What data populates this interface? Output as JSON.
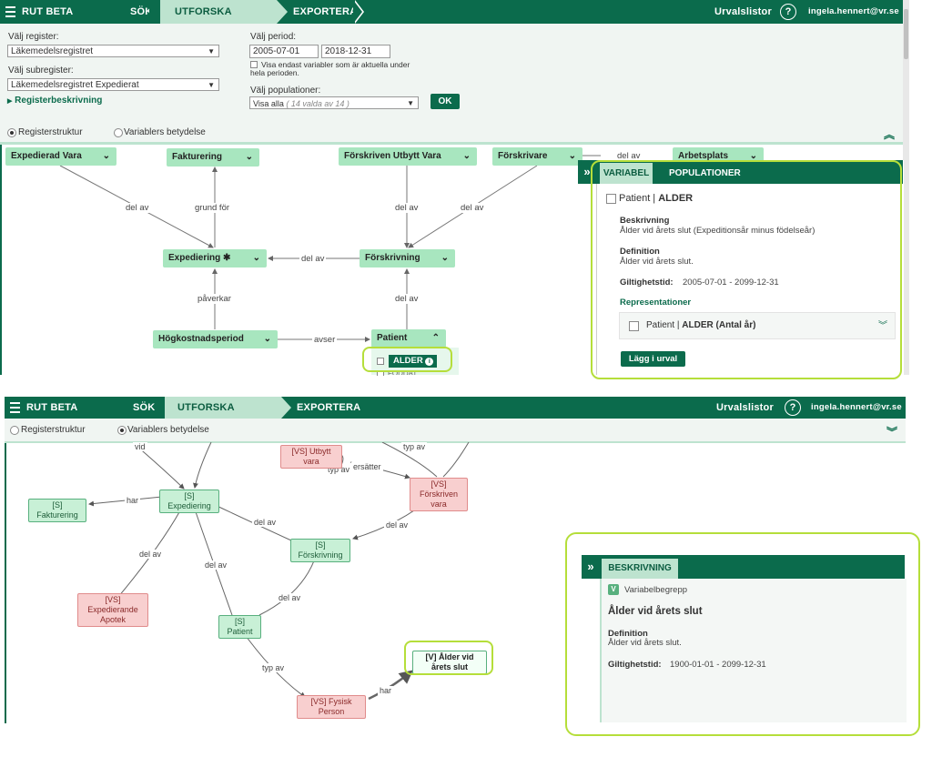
{
  "nav1": {
    "brand": "RUT BETA",
    "tab_sok": "SÖK",
    "tab_utforska": "UTFORSKA REGISTER",
    "tab_exportera": "EXPORTERA",
    "urval": "Urvalslistor",
    "help": "?",
    "user": "ingela.hennert@vr.se ▾"
  },
  "form": {
    "register_label": "Välj register:",
    "register_value": "Läkemedelsregistret",
    "subregister_label": "Välj subregister:",
    "subregister_value": "Läkemedelsregistret Expedierat",
    "registerbeskrivning": "Registerbeskrivning",
    "period_label": "Välj period:",
    "period_from": "2005-07-01",
    "period_to": "2018-12-31",
    "only_current": "Visa endast variabler som är aktuella under hela perioden.",
    "populations_label": "Välj populationer:",
    "populations_value": "Visa alla",
    "populations_count": "( 14 valda av 14 )",
    "ok": "OK"
  },
  "view1": {
    "radio_struktur": "Registerstruktur",
    "radio_betydelse": "Variablers betydelse"
  },
  "graph1": {
    "nodes": {
      "expedierad_vara": "Expedierad Vara",
      "fakturering": "Fakturering",
      "forskriven_utbytt": "Förskriven Utbytt Vara",
      "forskrivare": "Förskrivare",
      "arbetsplats": "Arbetsplats",
      "expediering": "Expediering ✱",
      "forskrivning": "Förskrivning",
      "hogkostnadsperiod": "Högkostnadsperiod",
      "patient": "Patient"
    },
    "edges": {
      "e1": "del av",
      "e2": "grund för",
      "e3": "del av",
      "e4": "del av",
      "e5": "del av",
      "e6": "del av",
      "e7": "påverkar",
      "e8": "avser",
      "e9": "del av"
    },
    "alder": "ALDER",
    "fodd": "FODDAT"
  },
  "sidepanel1": {
    "tab_variabel": "VARIABEL",
    "tab_populationer": "POPULATIONER",
    "title_pre": "Patient | ",
    "title_bold": "ALDER",
    "beskrivning_label": "Beskrivning",
    "beskrivning_text": "Ålder vid årets slut (Expeditionsår minus födelseår)",
    "definition_label": "Definition",
    "definition_text": "Ålder vid årets slut.",
    "giltighet_label": "Giltighetstid:",
    "giltighet_value": "2005-07-01 - 2099-12-31",
    "representationer": "Representationer",
    "rep_pre": "Patient | ",
    "rep_bold": "ALDER (Antal år)",
    "add_button": "Lägg i urval"
  },
  "nav2": {
    "brand": "RUT BETA",
    "tab_sok": "SÖK",
    "tab_utforska": "UTFORSKA REGISTER",
    "tab_exportera": "EXPORTERA",
    "urval": "Urvalslistor",
    "help": "?",
    "user": "ingela.hennert@vr.se ▾"
  },
  "view2": {
    "radio_struktur": "Registerstruktur",
    "radio_betydelse": "Variablers betydelse"
  },
  "graph2": {
    "nodes": {
      "fakturering": "[S] Fakturering",
      "expediering": "[S] Expediering",
      "utbytt": "[VS] Utbytt vara",
      "forskriven": "[VS] Förskriven vara",
      "forskrivning": "[S] Förskrivning",
      "apotek": "[VS] Expedierande Apotek",
      "patient": "[S] Patient",
      "fysisk": "[VS] Fysisk Person",
      "alder": "[V] Ålder vid årets slut"
    },
    "edges": {
      "vid": "vid",
      "typav1": "typ av",
      "har": "har",
      "ersatter": "ersätter",
      "typav2": "typ av",
      "delav1": "del av",
      "delav2": "del av",
      "delav3": "del av",
      "delav4": "del av",
      "delav5": "del av",
      "typav3": "typ av",
      "har2": "har"
    }
  },
  "sidepanel2": {
    "tab": "BESKRIVNING",
    "badge": "V",
    "badge_label": "Variabelbegrepp",
    "title": "Ålder vid årets slut",
    "definition_label": "Definition",
    "definition_text": "Ålder vid årets slut.",
    "giltighet_label": "Giltighetstid:",
    "giltighet_value": "1900-01-01 - 2099-12-31"
  },
  "colors": {
    "brand": "#0b6b4c",
    "node": "#a8e6bf",
    "highlight": "#b5de3a"
  }
}
